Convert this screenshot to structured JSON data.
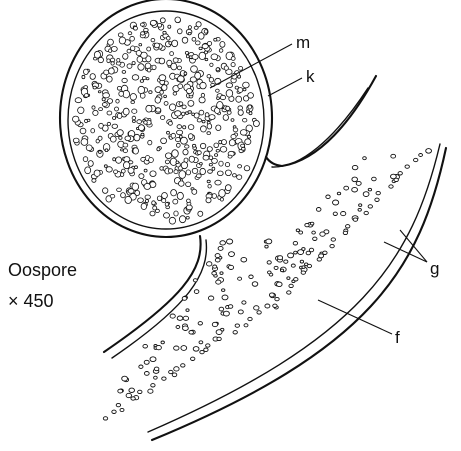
{
  "caption": {
    "name": "Oospore",
    "magnification": "× 450"
  },
  "labels": {
    "m": "m",
    "k": "k",
    "g": "g",
    "f": "f"
  }
}
